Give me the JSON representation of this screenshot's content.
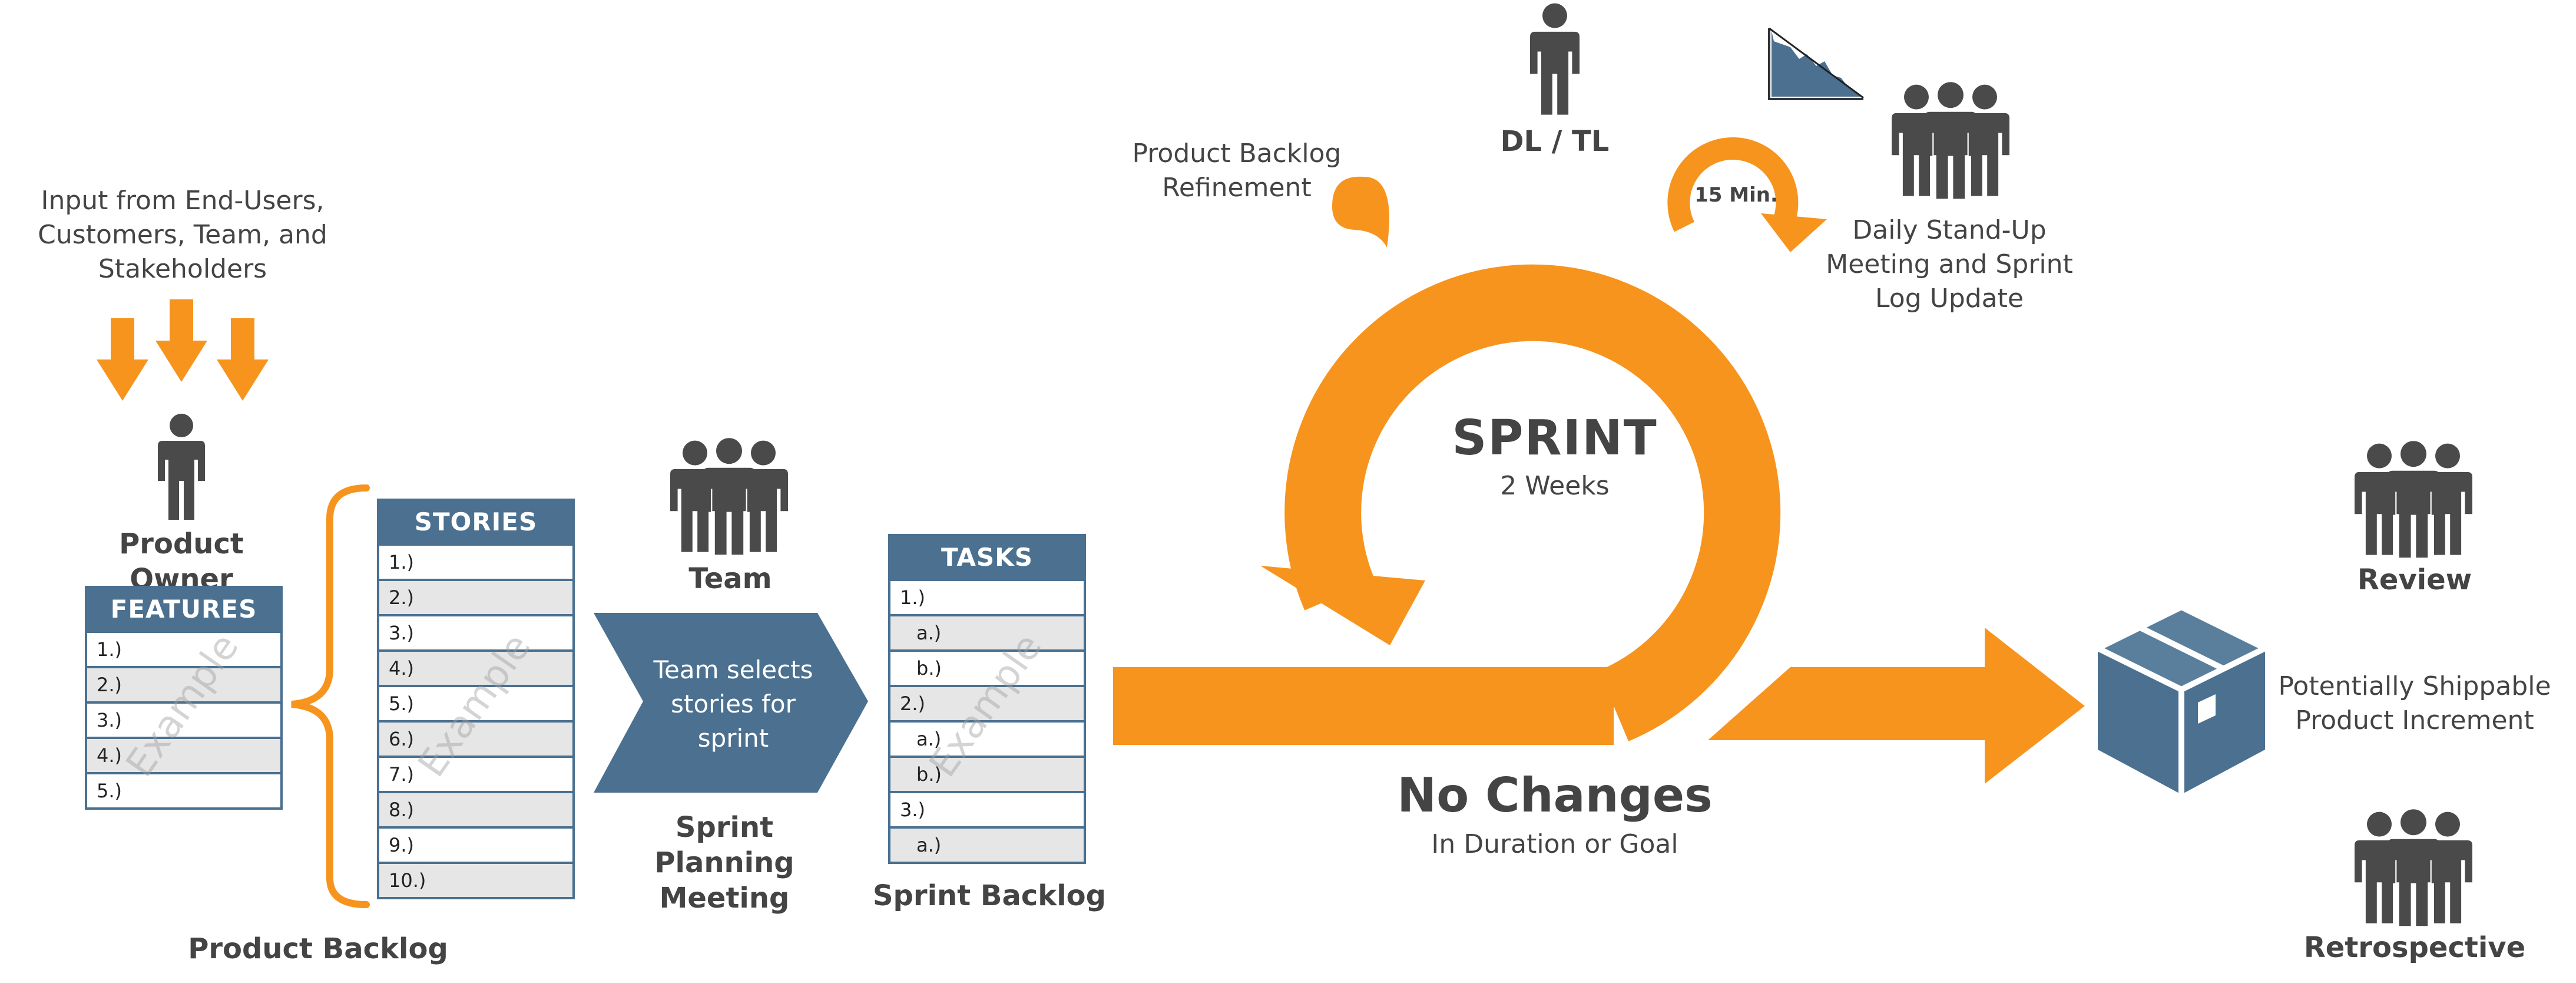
{
  "input_label": "Input from End-Users, Customers, Team, and Stakeholders",
  "product_owner": "Product Owner",
  "features": {
    "header": "FEATURES",
    "rows": [
      "1.)",
      "2.)",
      "3.)",
      "4.)",
      "5.)"
    ]
  },
  "stories": {
    "header": "STORIES",
    "rows": [
      "1.)",
      "2.)",
      "3.)",
      "4.)",
      "5.)",
      "6.)",
      "7.)",
      "8.)",
      "9.)",
      "10.)"
    ]
  },
  "watermark": "Example",
  "product_backlog": "Product Backlog",
  "team": "Team",
  "team_selects": "Team selects stories for sprint",
  "sprint_planning": "Sprint Planning Meeting",
  "tasks": {
    "header": "TASKS",
    "rows": [
      "1.)",
      "a.)",
      "b.)",
      "2.)",
      "a.)",
      "b.)",
      "3.)",
      "a.)"
    ]
  },
  "sprint_backlog": "Sprint Backlog",
  "refinement": "Product Backlog Refinement",
  "dl_tl": "DL / TL",
  "fifteen_min": "15 Min.",
  "daily_standup": "Daily Stand-Up Meeting and Sprint Log Update",
  "sprint_title": "SPRINT",
  "sprint_duration": "2 Weeks",
  "no_changes": "No Changes",
  "no_changes_sub": "In Duration or Goal",
  "increment": "Potentially Shippable Product Increment",
  "review": "Review",
  "retrospective": "Retrospective",
  "colors": {
    "orange": "#f7941d",
    "steel_blue": "#4b7090",
    "person_gray": "#4a4a4a"
  }
}
